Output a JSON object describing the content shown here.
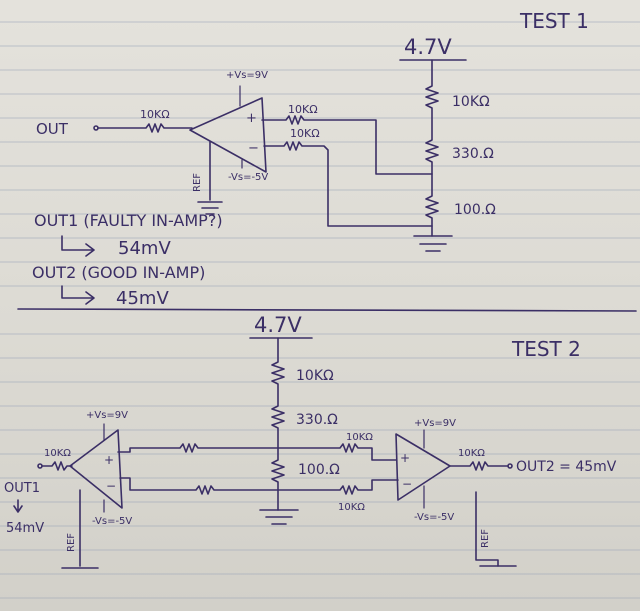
{
  "test1": {
    "title": "TEST 1",
    "supply": "4.7V",
    "divider": [
      "10KΩ",
      "330.Ω",
      "100.Ω"
    ],
    "output_label": "OUT",
    "in_resistor": "10KΩ",
    "feed_resistor_top": "10KΩ",
    "feed_resistor_bottom": "10KΩ",
    "vs_pos": "+Vs=9V",
    "vs_neg": "-Vs=-5V",
    "ref": "REF",
    "note1_title": "OUT1 (FAULTY IN-AMP?)",
    "note1_value": "54mV",
    "note2_title": "OUT2 (GOOD IN-AMP)",
    "note2_value": "45mV"
  },
  "test2": {
    "title": "TEST 2",
    "supply": "4.7V",
    "divider": [
      "10KΩ",
      "330.Ω",
      "100.Ω"
    ],
    "left_amp": {
      "vs_pos": "+Vs=9V",
      "vs_neg": "-Vs=-5V",
      "resistor": "10KΩ",
      "ref": "REF"
    },
    "right_amp": {
      "vs_pos": "+Vs=9V",
      "vs_neg": "-Vs=-5V",
      "resistor": "10KΩ",
      "ref": "REF"
    },
    "bridge_resistor_top": "10KΩ",
    "bridge_resistor_bottom": "10KΩ",
    "out1_label": "OUT1",
    "out1_value": "54mV",
    "out2_label": "OUT2 = 45mV"
  }
}
